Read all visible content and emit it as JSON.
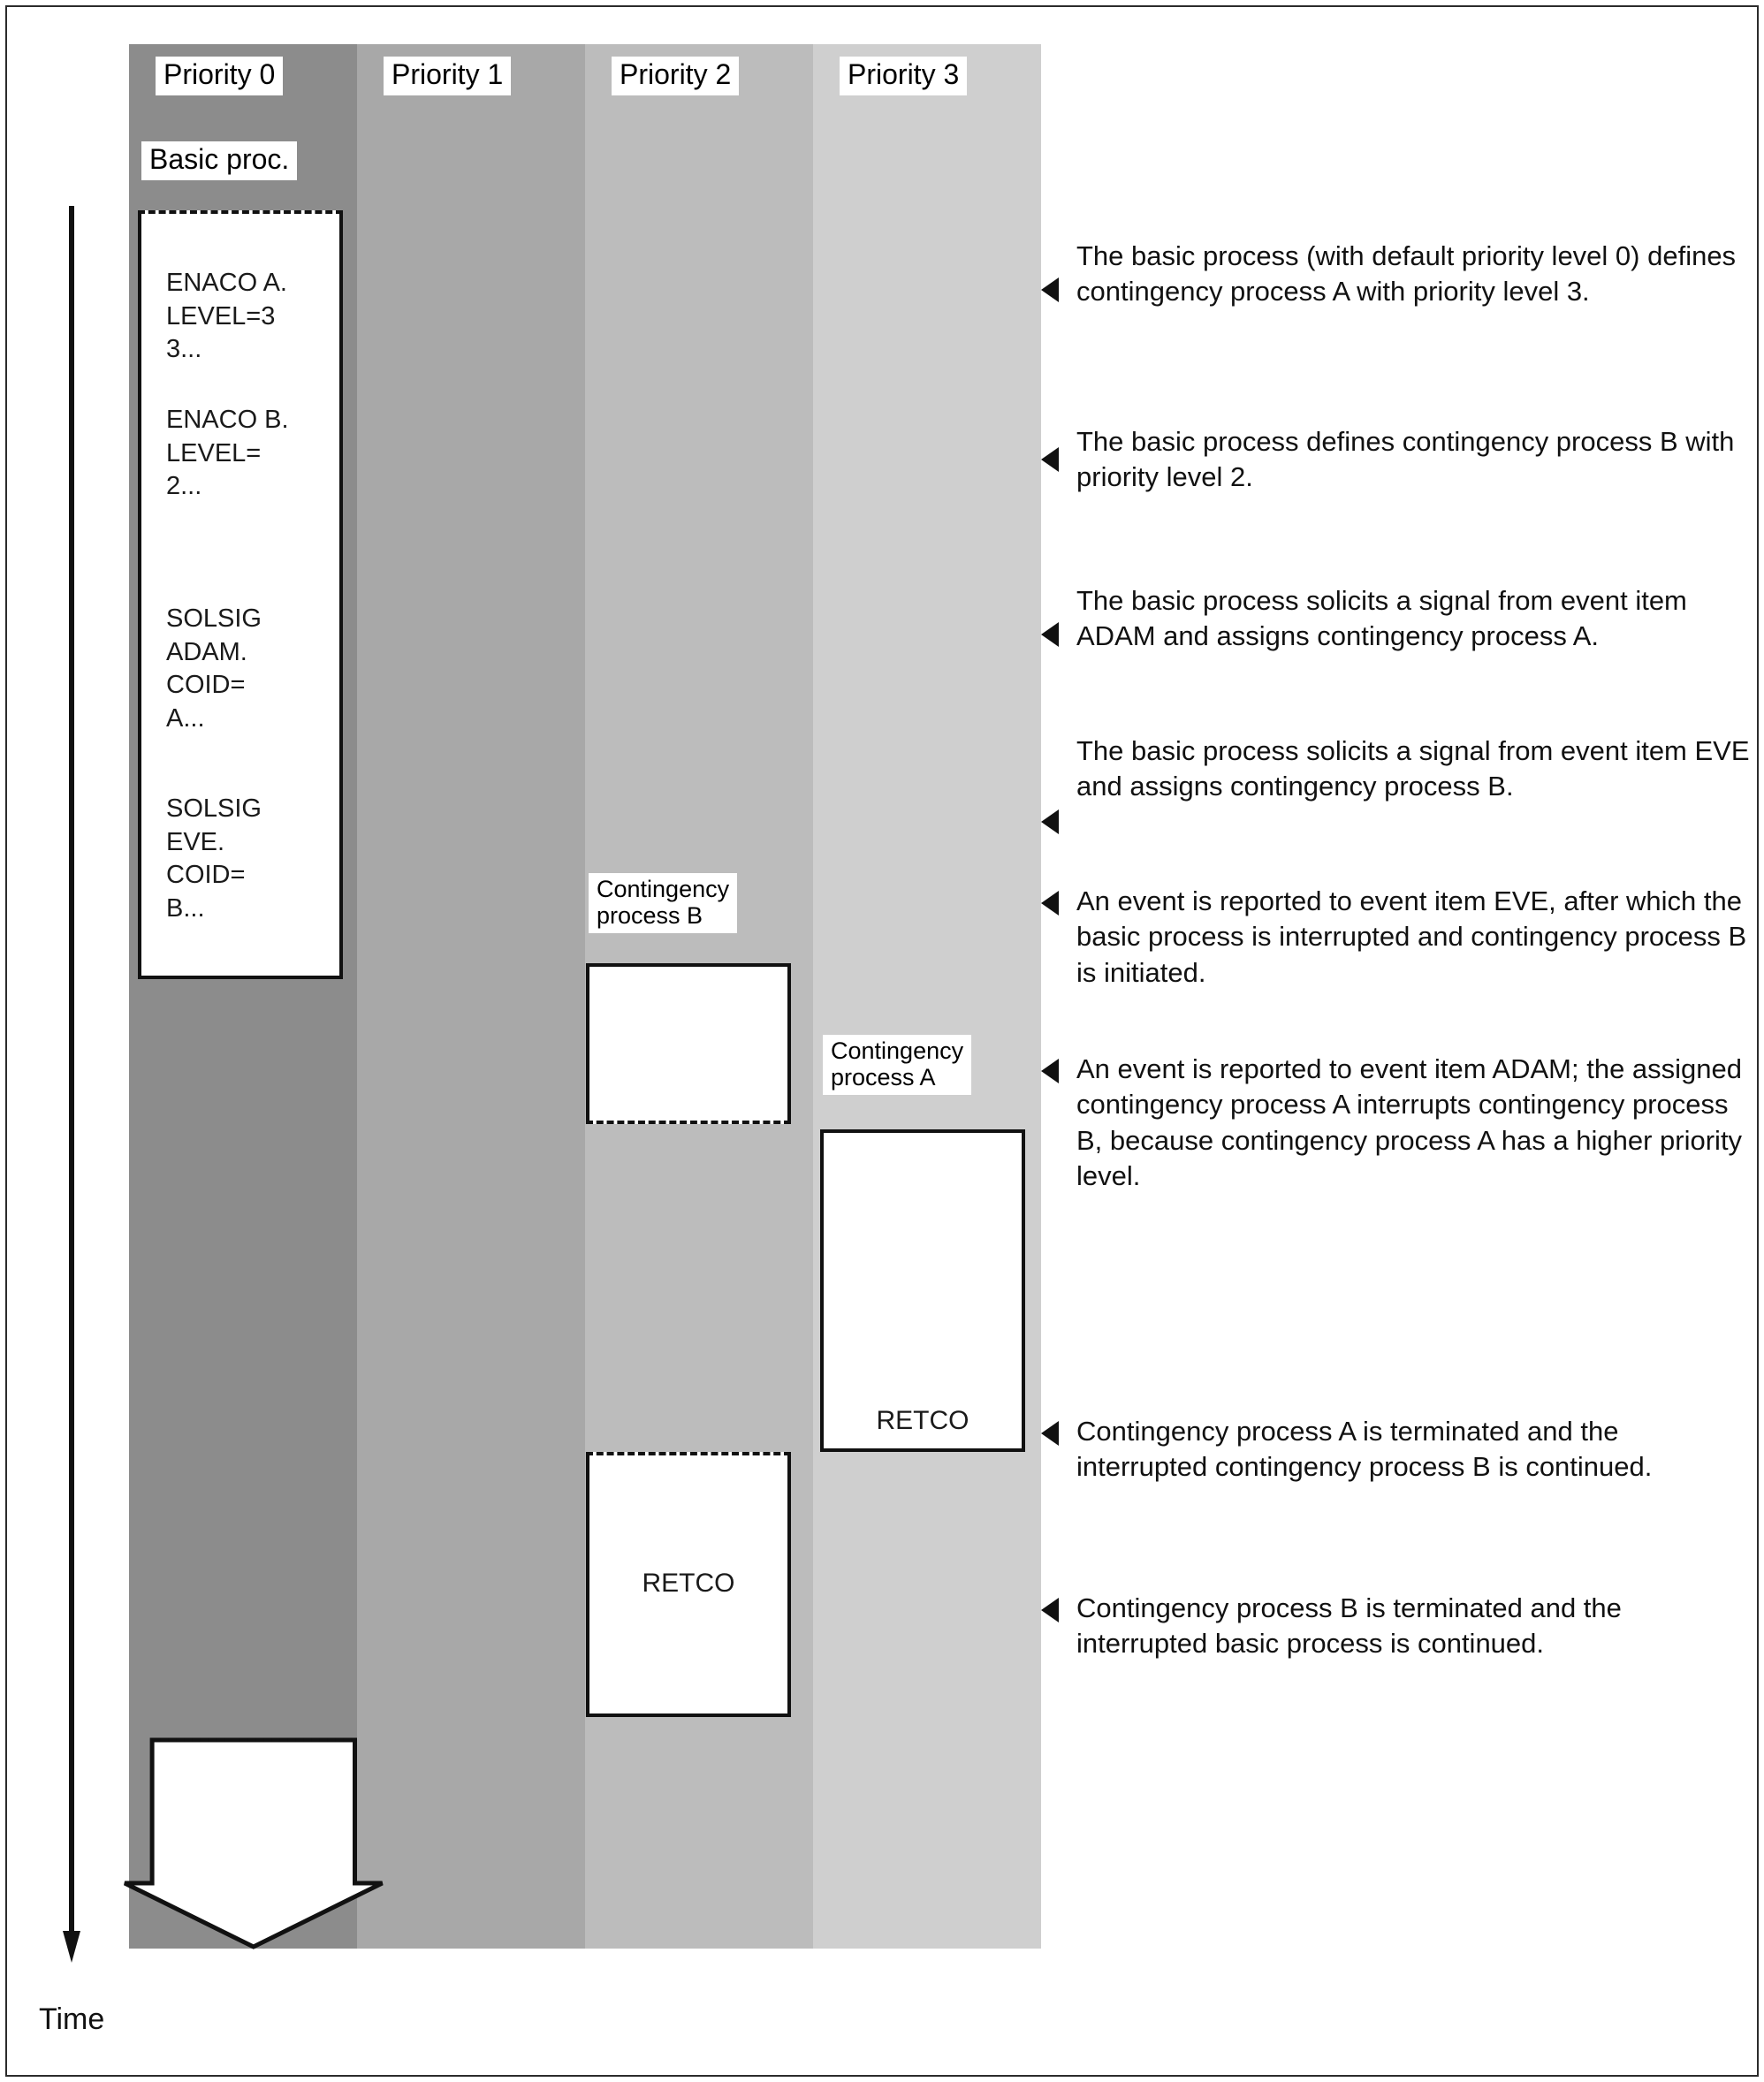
{
  "diagram": {
    "time_axis_label": "Time",
    "lanes": [
      {
        "id": "p0",
        "label": "Priority 0",
        "shade": "#8c8c8c"
      },
      {
        "id": "p1",
        "label": "Priority 1",
        "shade": "#a8a8a8"
      },
      {
        "id": "p2",
        "label": "Priority 2",
        "shade": "#bcbcbc"
      },
      {
        "id": "p3",
        "label": "Priority 3",
        "shade": "#cfcfcf"
      }
    ],
    "process_tags": {
      "basic": "Basic proc.",
      "contingency_b": "Contingency\nprocess B",
      "contingency_a": "Contingency\nprocess A"
    },
    "basic_process_code": [
      "ENACO A.\nLEVEL=3\n3...",
      "ENACO B.\nLEVEL=\n2...",
      "SOLSIG\nADAM.\nCOID=\nA...",
      "SOLSIG\nEVE.\nCOID=\nB..."
    ],
    "terminations": {
      "contingency_a_retco": "RETCO",
      "contingency_b_retco": "RETCO"
    },
    "annotations": [
      "The basic process (with default priority level 0) defines contingency process A with priority level 3.",
      "The basic process defines contingency process B with priority level 2.",
      "The basic process solicits a signal from event item ADAM and assigns contingency process A.",
      "The basic process solicits a signal from event item EVE and assigns contingency process B.",
      "An event is reported to event item EVE, after which the basic process is interrupted and contingency process B is initiated.",
      "An event is reported to event item ADAM; the assigned contingency process A interrupts contingency process B, because contingency process A has a higher priority level.",
      "Contingency process A is terminated and the interrupted contingency process B is continued.",
      "Contingency process B is terminated and the interrupted basic process is continued."
    ]
  }
}
